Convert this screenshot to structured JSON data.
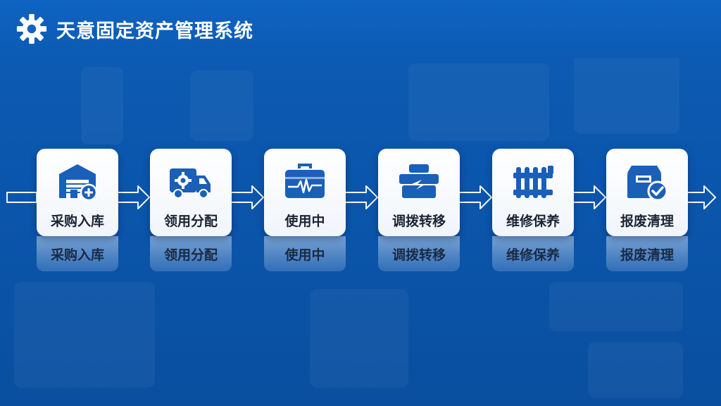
{
  "header": {
    "title": "天意固定资产管理系统",
    "icon": "gear-icon"
  },
  "colors": {
    "accent": "#1a5fb8",
    "background": "#0b56ad",
    "card": "#ffffff"
  },
  "steps": [
    {
      "label": "采购入库",
      "icon": "warehouse-add-icon"
    },
    {
      "label": "领用分配",
      "icon": "delivery-truck-gear-icon"
    },
    {
      "label": "使用中",
      "icon": "toolbox-pulse-icon"
    },
    {
      "label": "调拨转移",
      "icon": "toolbox-transfer-icon"
    },
    {
      "label": "维修保养",
      "icon": "radiator-repair-icon"
    },
    {
      "label": "报废清理",
      "icon": "disposal-box-check-icon"
    }
  ]
}
